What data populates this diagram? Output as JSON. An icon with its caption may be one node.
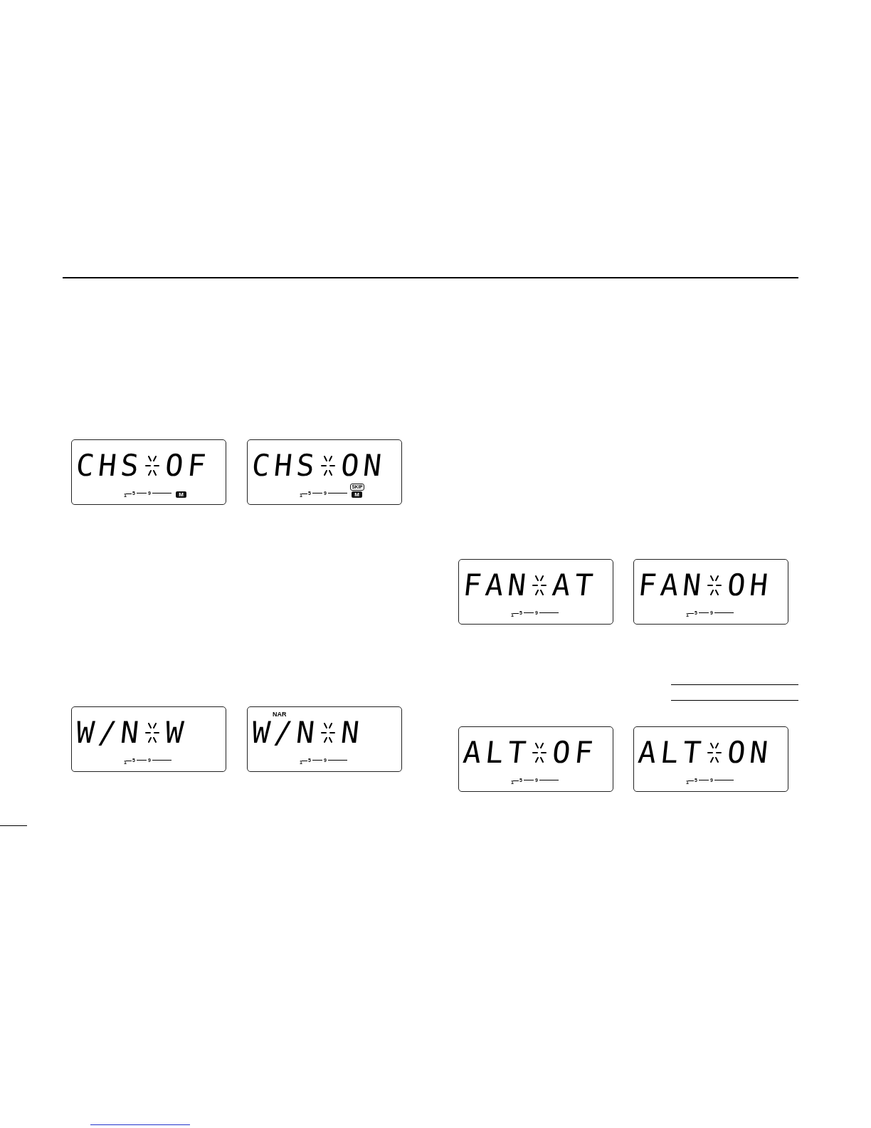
{
  "diagram": {
    "nodes": [
      {
        "text": [
          "CHS OF",
          "1",
          "5",
          "9",
          "M"
        ]
      },
      {
        "text": [
          "CHS ON",
          "1",
          "5",
          "9",
          "SKIP",
          "M"
        ]
      },
      {
        "text": [
          "FAN AT",
          "1",
          "5",
          "9"
        ]
      },
      {
        "text": [
          "FAN OH",
          "1",
          "5",
          "9"
        ]
      },
      {
        "text": [
          "W/N W",
          "1",
          "5",
          "9"
        ]
      },
      {
        "text": [
          "NAR",
          "W/N N",
          "1",
          "5",
          "9"
        ]
      },
      {
        "text": [
          "ALT OF",
          "1",
          "5",
          "9"
        ]
      },
      {
        "text": [
          "ALT ON",
          "1",
          "5",
          "9"
        ]
      }
    ],
    "edges": []
  }
}
